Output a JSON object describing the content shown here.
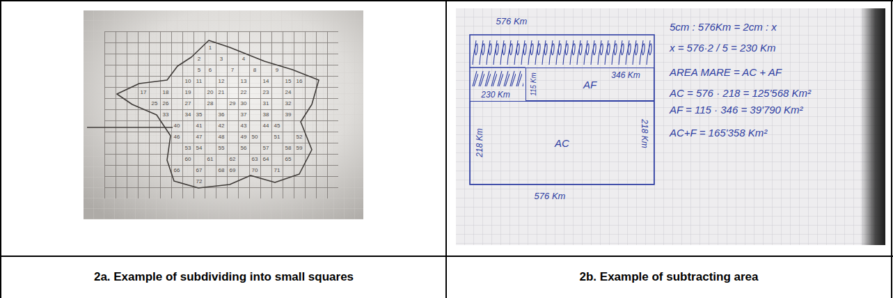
{
  "diagram": {
    "nodes": [
      {
        "text": [
          "2a. Example of subdividing into small squares"
        ]
      },
      {
        "text": [
          "2b.  Example of subtracting area"
        ]
      },
      {
        "text": [
          "AF"
        ]
      },
      {
        "text": [
          "AC"
        ]
      }
    ],
    "labels": [
      "576 Km",
      "115 Km",
      "346 Km",
      "230 Km",
      "218 Km",
      "218 Km",
      "576 Km",
      "5cm : 576Km = 2cm : x",
      "x = 576·2 / 5 = 230 Km",
      "AREA MARE = AC + AF",
      "AC = 576 · 218 = 125'568 Km²",
      "AF = 115 · 346 = 39'790 Km²",
      "AC+F = 165'358 Km²",
      "1",
      "2",
      "3",
      "4",
      "5",
      "6",
      "7",
      "8",
      "9",
      "10",
      "11",
      "12",
      "13",
      "14",
      "15",
      "16",
      "17",
      "18",
      "19",
      "20",
      "21",
      "22",
      "23",
      "24",
      "25",
      "26",
      "27",
      "28",
      "29",
      "30",
      "31",
      "32",
      "33",
      "34",
      "35",
      "36",
      "37",
      "38",
      "39",
      "40",
      "41",
      "42",
      "43",
      "44",
      "45",
      "46",
      "47",
      "48",
      "49",
      "50",
      "51",
      "52",
      "53",
      "54",
      "55",
      "56",
      "57",
      "58",
      "59",
      "60",
      "61",
      "62",
      "63",
      "64",
      "65",
      "66",
      "67",
      "68",
      "69",
      "70",
      "71",
      "72"
    ]
  }
}
